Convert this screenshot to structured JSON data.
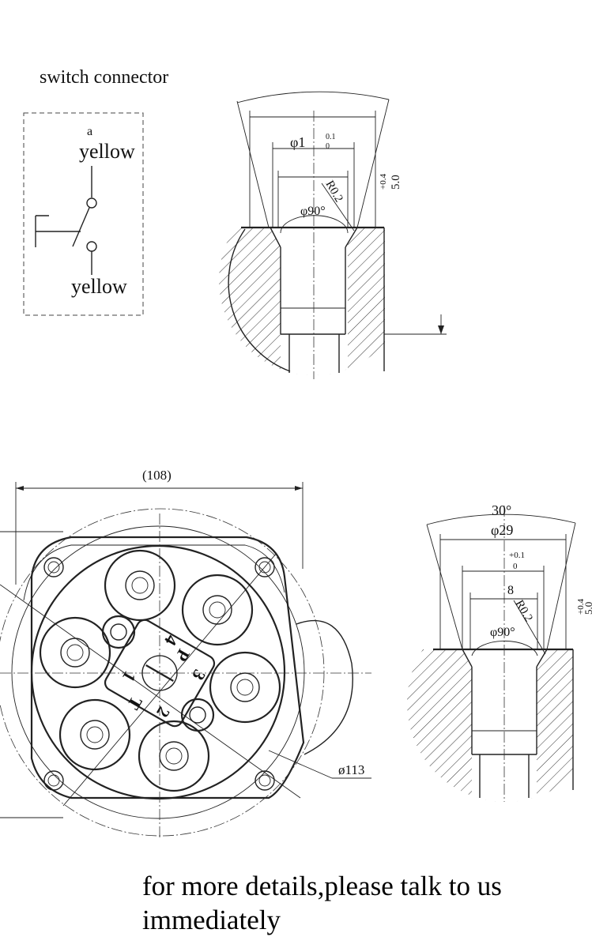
{
  "switch_connector": {
    "title": "switch connector",
    "contact_label": "a",
    "wire_top": "yellow",
    "wire_bottom": "yellow"
  },
  "top_detail": {
    "dia_label": "φ1",
    "tol_upper": "0.1",
    "tol_lower": "0",
    "radius": "R0.2",
    "angle": "φ90°",
    "depth_tol_upper": "+0.4",
    "depth_value": "5.0"
  },
  "front_view": {
    "width_ref": "(108)",
    "bolt_circle": "ø113",
    "port_labels": [
      "P",
      "T",
      "1",
      "2",
      "3",
      "4"
    ]
  },
  "right_detail": {
    "angle_top": "30°",
    "dia_outer": "φ29",
    "tol_upper": "+0.1",
    "tol_lower": "0",
    "dia_inner": "8",
    "radius": "R0.2",
    "angle": "φ90°",
    "depth_tol_upper": "+0.4",
    "depth_value": "5.0"
  },
  "footer": {
    "line1": "for more details,please talk to us",
    "line2": "immediately"
  }
}
